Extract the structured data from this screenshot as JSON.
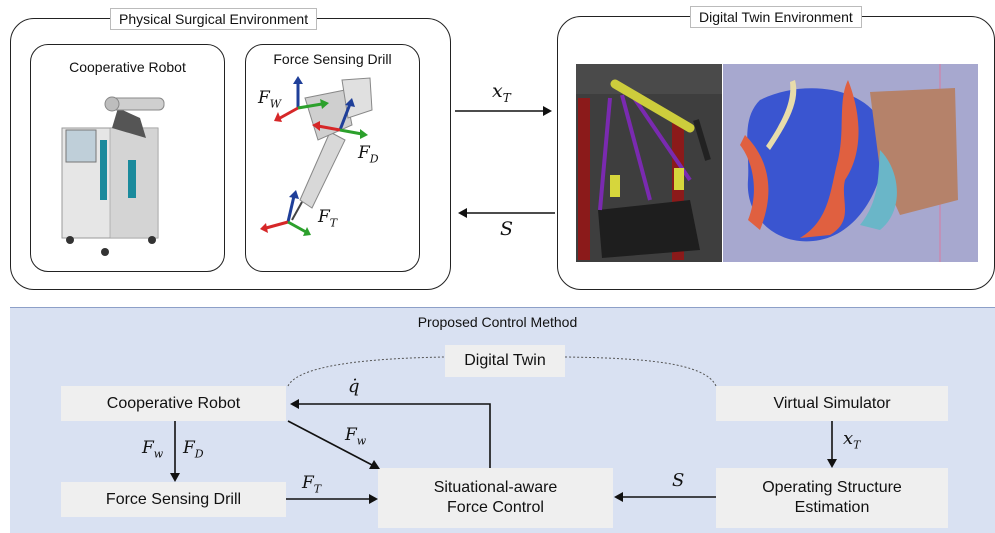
{
  "physical": {
    "title": "Physical Surgical Environment",
    "robot_title": "Cooperative Robot",
    "drill_title": "Force Sensing Drill",
    "labels": {
      "fw": "F",
      "fw_sub": "W",
      "fd": "F",
      "fd_sub": "D",
      "ft": "F",
      "ft_sub": "T"
    }
  },
  "digital": {
    "title": "Digital Twin Environment"
  },
  "arrows": {
    "xt": "x",
    "xt_sub": "T",
    "s": "S"
  },
  "control": {
    "title": "Proposed Control Method",
    "digital_twin": "Digital Twin",
    "cooperative_robot": "Cooperative Robot",
    "force_drill": "Force Sensing Drill",
    "situational": "Situational-aware\nForce Control",
    "virtual_sim": "Virtual Simulator",
    "operating": "Operating Structure\nEstimation",
    "qdot": "q̇",
    "fw": "F",
    "fw_sub": "w",
    "fd": "F",
    "fd_sub": "D",
    "ft": "F",
    "ft_sub": "T",
    "xt": "x",
    "xt_sub": "T",
    "s": "S"
  },
  "colors": {
    "control_bg": "#d9e1f2",
    "box_bg": "#efefef",
    "axis_x": "#d62728",
    "axis_y": "#2ca02c",
    "axis_z": "#1f3f99"
  }
}
